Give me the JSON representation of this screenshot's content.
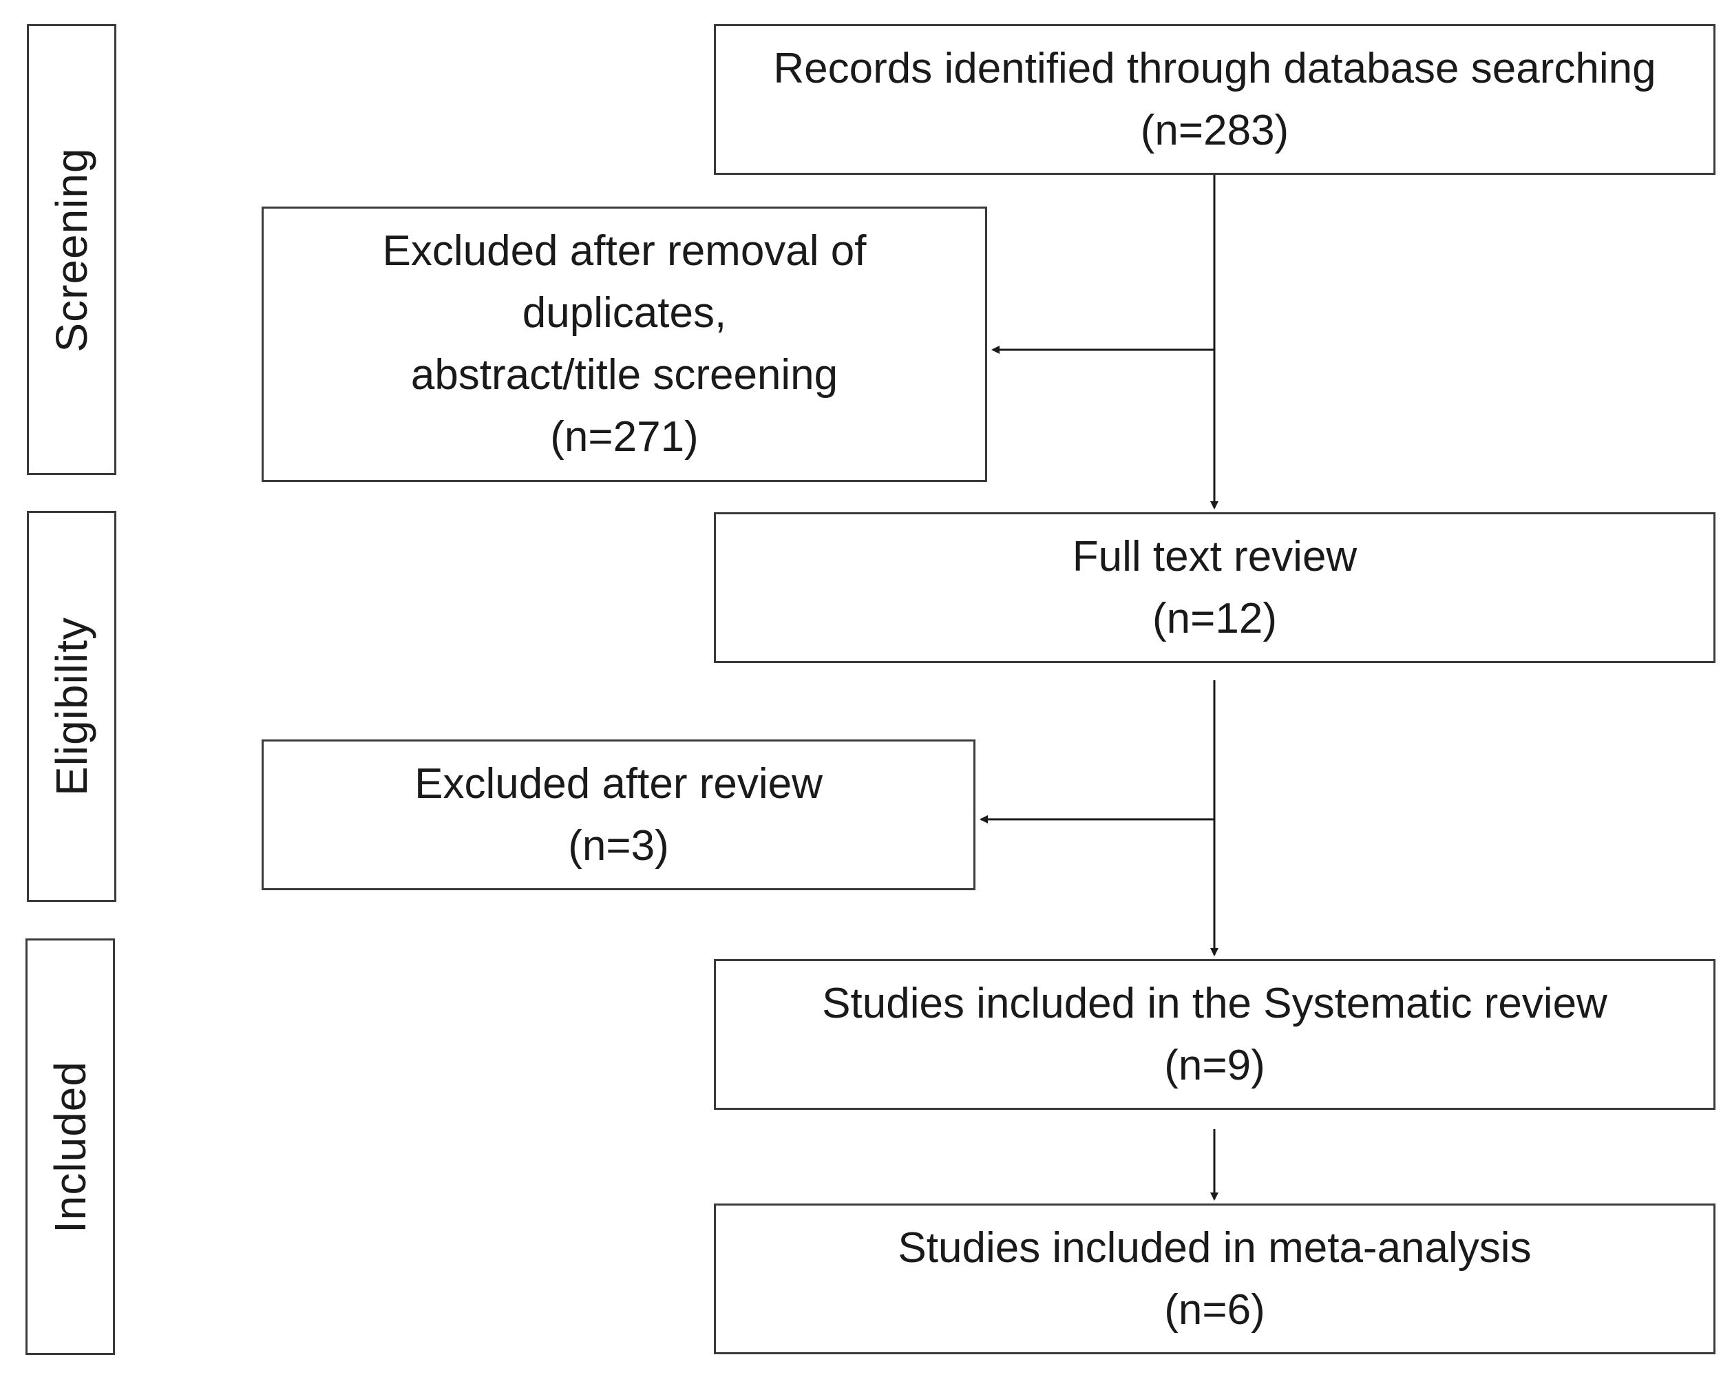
{
  "stages": {
    "screening": "Screening",
    "eligibility": "Eligibility",
    "included": "Included"
  },
  "boxes": {
    "records_identified": {
      "line1": "Records identified through database searching",
      "line2": "(n=283)"
    },
    "excluded_duplicates": {
      "line1": "Excluded after removal of",
      "line2": "duplicates,",
      "line3": "abstract/title screening",
      "line4": "(n=271)"
    },
    "full_text_review": {
      "line1": "Full text review",
      "line2": "(n=12)"
    },
    "excluded_after_review": {
      "line1": "Excluded after review",
      "line2": "(n=3)"
    },
    "systematic_review": {
      "line1": "Studies included in the Systematic review",
      "line2": "(n=9)"
    },
    "meta_analysis": {
      "line1": "Studies included in meta-analysis",
      "line2": "(n=6)"
    }
  },
  "colors": {
    "stroke": "#3a3a3a",
    "text": "#1a1a1a",
    "background": "#ffffff"
  }
}
